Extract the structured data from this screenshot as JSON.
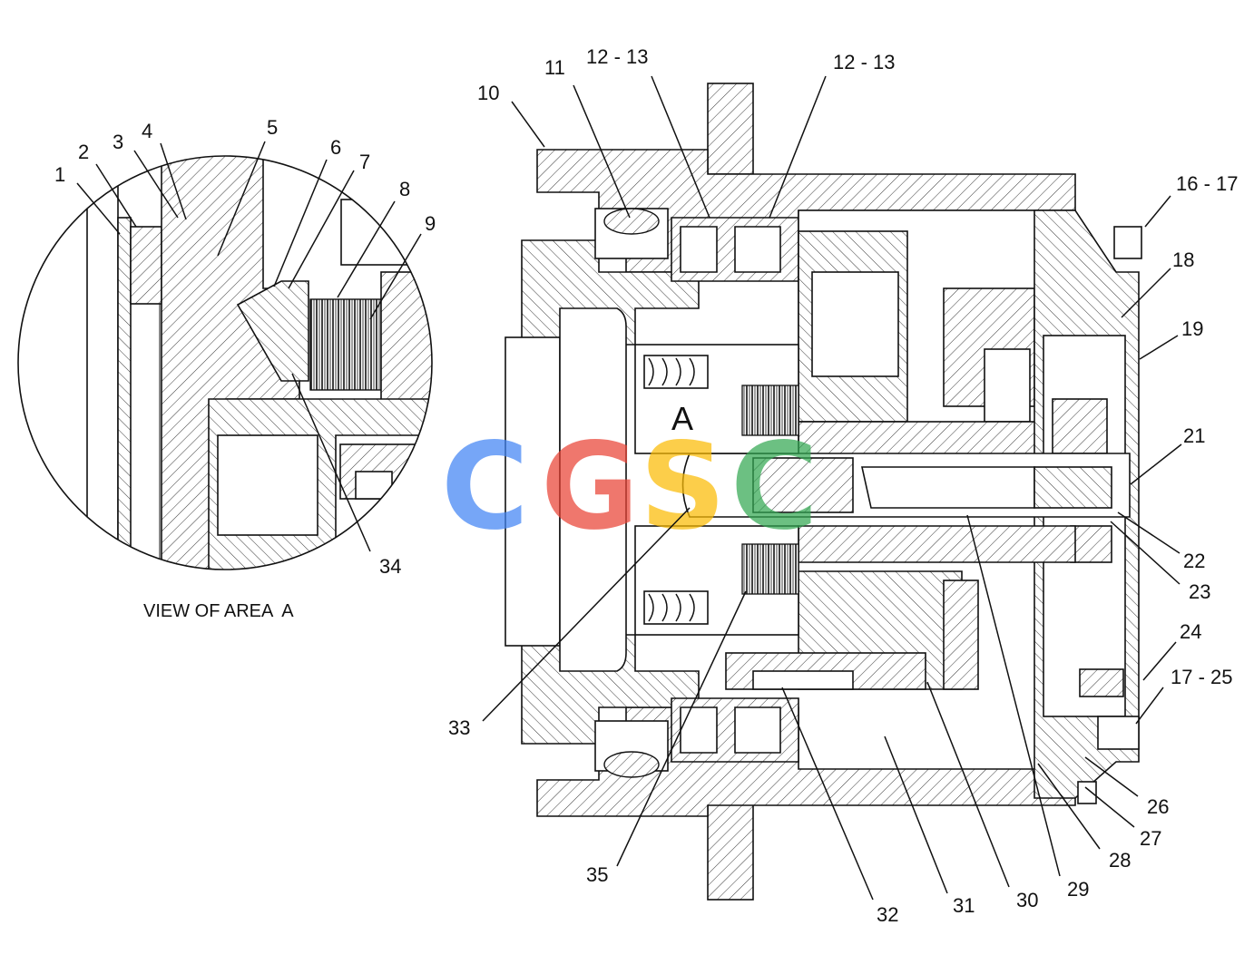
{
  "caption": "VIEW OF AREA  A",
  "area_marker": "A",
  "watermark": {
    "letters": [
      "C",
      "G",
      "S",
      "C"
    ],
    "colors": [
      "#4285F4",
      "#EA4335",
      "#FBBC05",
      "#34A853"
    ]
  },
  "callouts": [
    {
      "id": "c1",
      "text": "1"
    },
    {
      "id": "c2",
      "text": "2"
    },
    {
      "id": "c3",
      "text": "3"
    },
    {
      "id": "c4",
      "text": "4"
    },
    {
      "id": "c5",
      "text": "5"
    },
    {
      "id": "c6",
      "text": "6"
    },
    {
      "id": "c7",
      "text": "7"
    },
    {
      "id": "c8",
      "text": "8"
    },
    {
      "id": "c9",
      "text": "9"
    },
    {
      "id": "c34",
      "text": "34"
    },
    {
      "id": "c10",
      "text": "10"
    },
    {
      "id": "c11",
      "text": "11"
    },
    {
      "id": "c12a",
      "text": "12 - 13"
    },
    {
      "id": "c12b",
      "text": "12 - 13"
    },
    {
      "id": "c16",
      "text": "16 - 17"
    },
    {
      "id": "c18",
      "text": "18"
    },
    {
      "id": "c19",
      "text": "19"
    },
    {
      "id": "c21",
      "text": "21"
    },
    {
      "id": "c22",
      "text": "22"
    },
    {
      "id": "c23",
      "text": "23"
    },
    {
      "id": "c24",
      "text": "24"
    },
    {
      "id": "c17",
      "text": "17 - 25"
    },
    {
      "id": "c26",
      "text": "26"
    },
    {
      "id": "c27",
      "text": "27"
    },
    {
      "id": "c28",
      "text": "28"
    },
    {
      "id": "c29",
      "text": "29"
    },
    {
      "id": "c30",
      "text": "30"
    },
    {
      "id": "c31",
      "text": "31"
    },
    {
      "id": "c32",
      "text": "32"
    },
    {
      "id": "c33",
      "text": "33"
    },
    {
      "id": "c35",
      "text": "35"
    }
  ]
}
